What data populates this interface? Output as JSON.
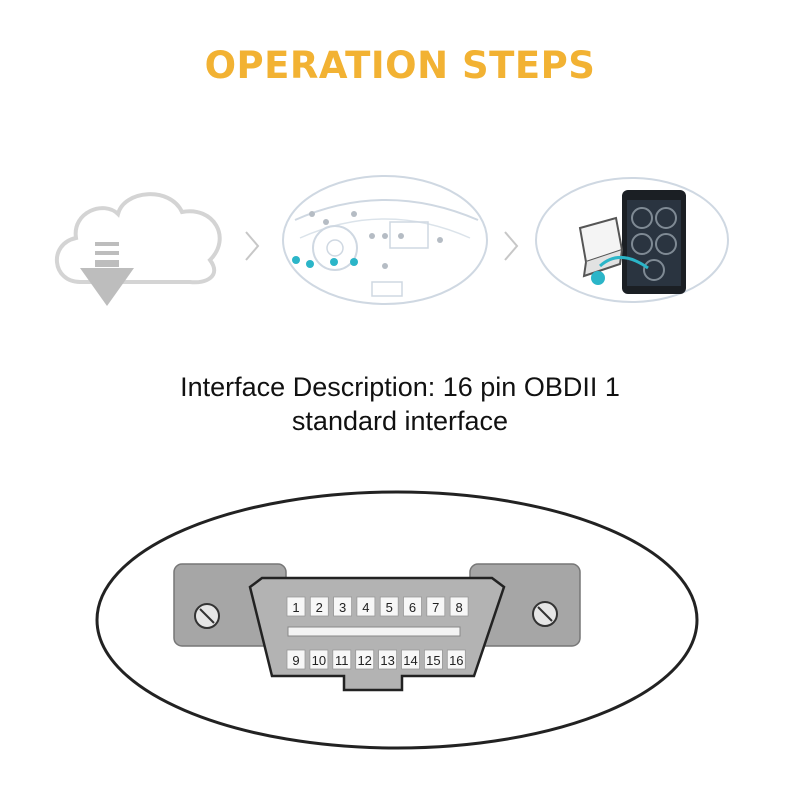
{
  "title": "OPERATION STEPS",
  "colors": {
    "title": "#f2b233",
    "cloud": "#d4d4d4",
    "arrow": "#bdbdbd",
    "line_art": "#cfd8e2",
    "pin_accent": "#2bb5c8",
    "connector_body": "#a6a6a6",
    "outline": "#222222"
  },
  "steps": [
    {
      "icon": "cloud-download-icon"
    },
    {
      "icon": "car-dashboard-icon"
    },
    {
      "icon": "obd-phone-app-icon"
    }
  ],
  "description": {
    "line1": "Interface Description: 16 pin OBDII 1",
    "line2": "standard interface"
  },
  "connector": {
    "top_pins": [
      "1",
      "2",
      "3",
      "4",
      "5",
      "6",
      "7",
      "8"
    ],
    "bottom_pins": [
      "9",
      "10",
      "11",
      "12",
      "13",
      "14",
      "15",
      "16"
    ]
  }
}
